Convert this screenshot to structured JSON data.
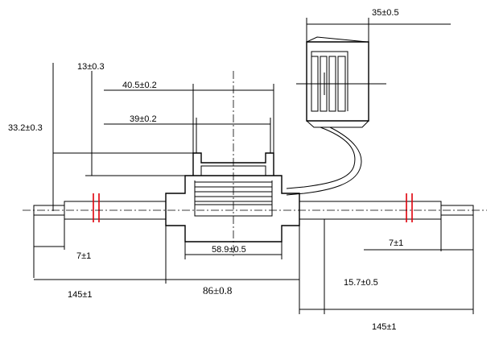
{
  "dimensions": {
    "clip_width": "35±0.5",
    "tab_height": "13±0.3",
    "outer_width": "40.5±0.2",
    "inner_width": "39±0.2",
    "total_height": "33.2±0.3",
    "body_width": "58.9±0.5",
    "strip_left": "7±1",
    "strip_right": "7±1",
    "offset_height": "15.7±0.5",
    "wire_left": "145±1",
    "holder_length": "86±0.8",
    "wire_right": "145±1"
  },
  "colors": {
    "line": "#000000",
    "marking": "#e0000a"
  }
}
